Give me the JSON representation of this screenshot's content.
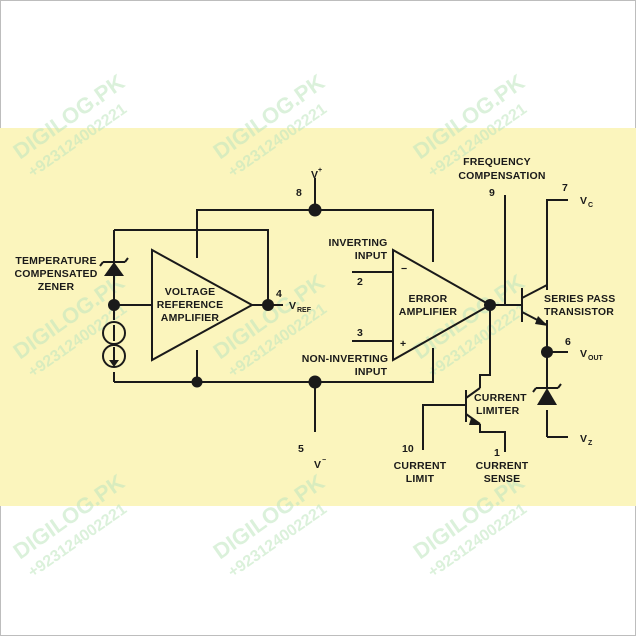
{
  "colors": {
    "background": "#ffffff",
    "panel": "#fbf5bd",
    "ink": "#1a1a1a",
    "watermark": "#bfe6bf"
  },
  "watermark": {
    "brand": "DIGILOG.PK",
    "phone": "+923124002221"
  },
  "labels": {
    "temp_zener": [
      "TEMPERATURE",
      "COMPENSATED",
      "ZENER"
    ],
    "voltage_ref_amp": [
      "VOLTAGE",
      "REFERENCE",
      "AMPLIFIER"
    ],
    "error_amp": [
      "ERROR",
      "AMPLIFIER"
    ],
    "inverting_input": [
      "INVERTING",
      "INPUT"
    ],
    "noninverting_input": [
      "NON-INVERTING",
      "INPUT"
    ],
    "freq_comp": [
      "FREQUENCY",
      "COMPENSATION"
    ],
    "series_pass": [
      "SERIES PASS",
      "TRANSISTOR"
    ],
    "current_limiter": [
      "CURRENT",
      "LIMITER"
    ],
    "current_limit": [
      "CURRENT",
      "LIMIT"
    ],
    "current_sense": [
      "CURRENT",
      "SENSE"
    ]
  },
  "pins": {
    "vplus_num": "8",
    "vplus_main": "V",
    "vplus_sup": "+",
    "vref_num": "4",
    "vref_main": "V",
    "vref_sub": "REF",
    "inv_num": "2",
    "noninv_num": "3",
    "vminus_num": "5",
    "vminus_main": "V",
    "vminus_sup": "−",
    "freq_num": "9",
    "vc_num": "7",
    "vc_main": "V",
    "vc_sub": "C",
    "vout_num": "6",
    "vout_main": "V",
    "vout_sub": "OUT",
    "cl_num": "10",
    "cs_num": "1",
    "vz_main": "V",
    "vz_sub": "Z"
  },
  "symbols": {
    "minus": "−",
    "plus": "+"
  }
}
